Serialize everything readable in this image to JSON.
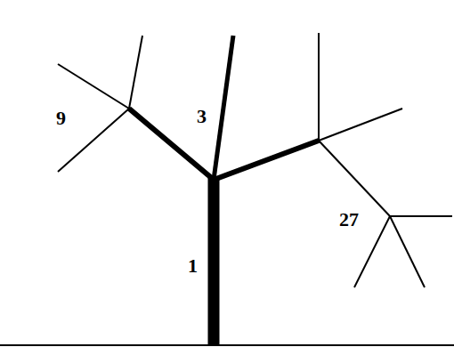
{
  "diagram": {
    "labels": [
      "9",
      "3",
      "27",
      "1"
    ]
  }
}
